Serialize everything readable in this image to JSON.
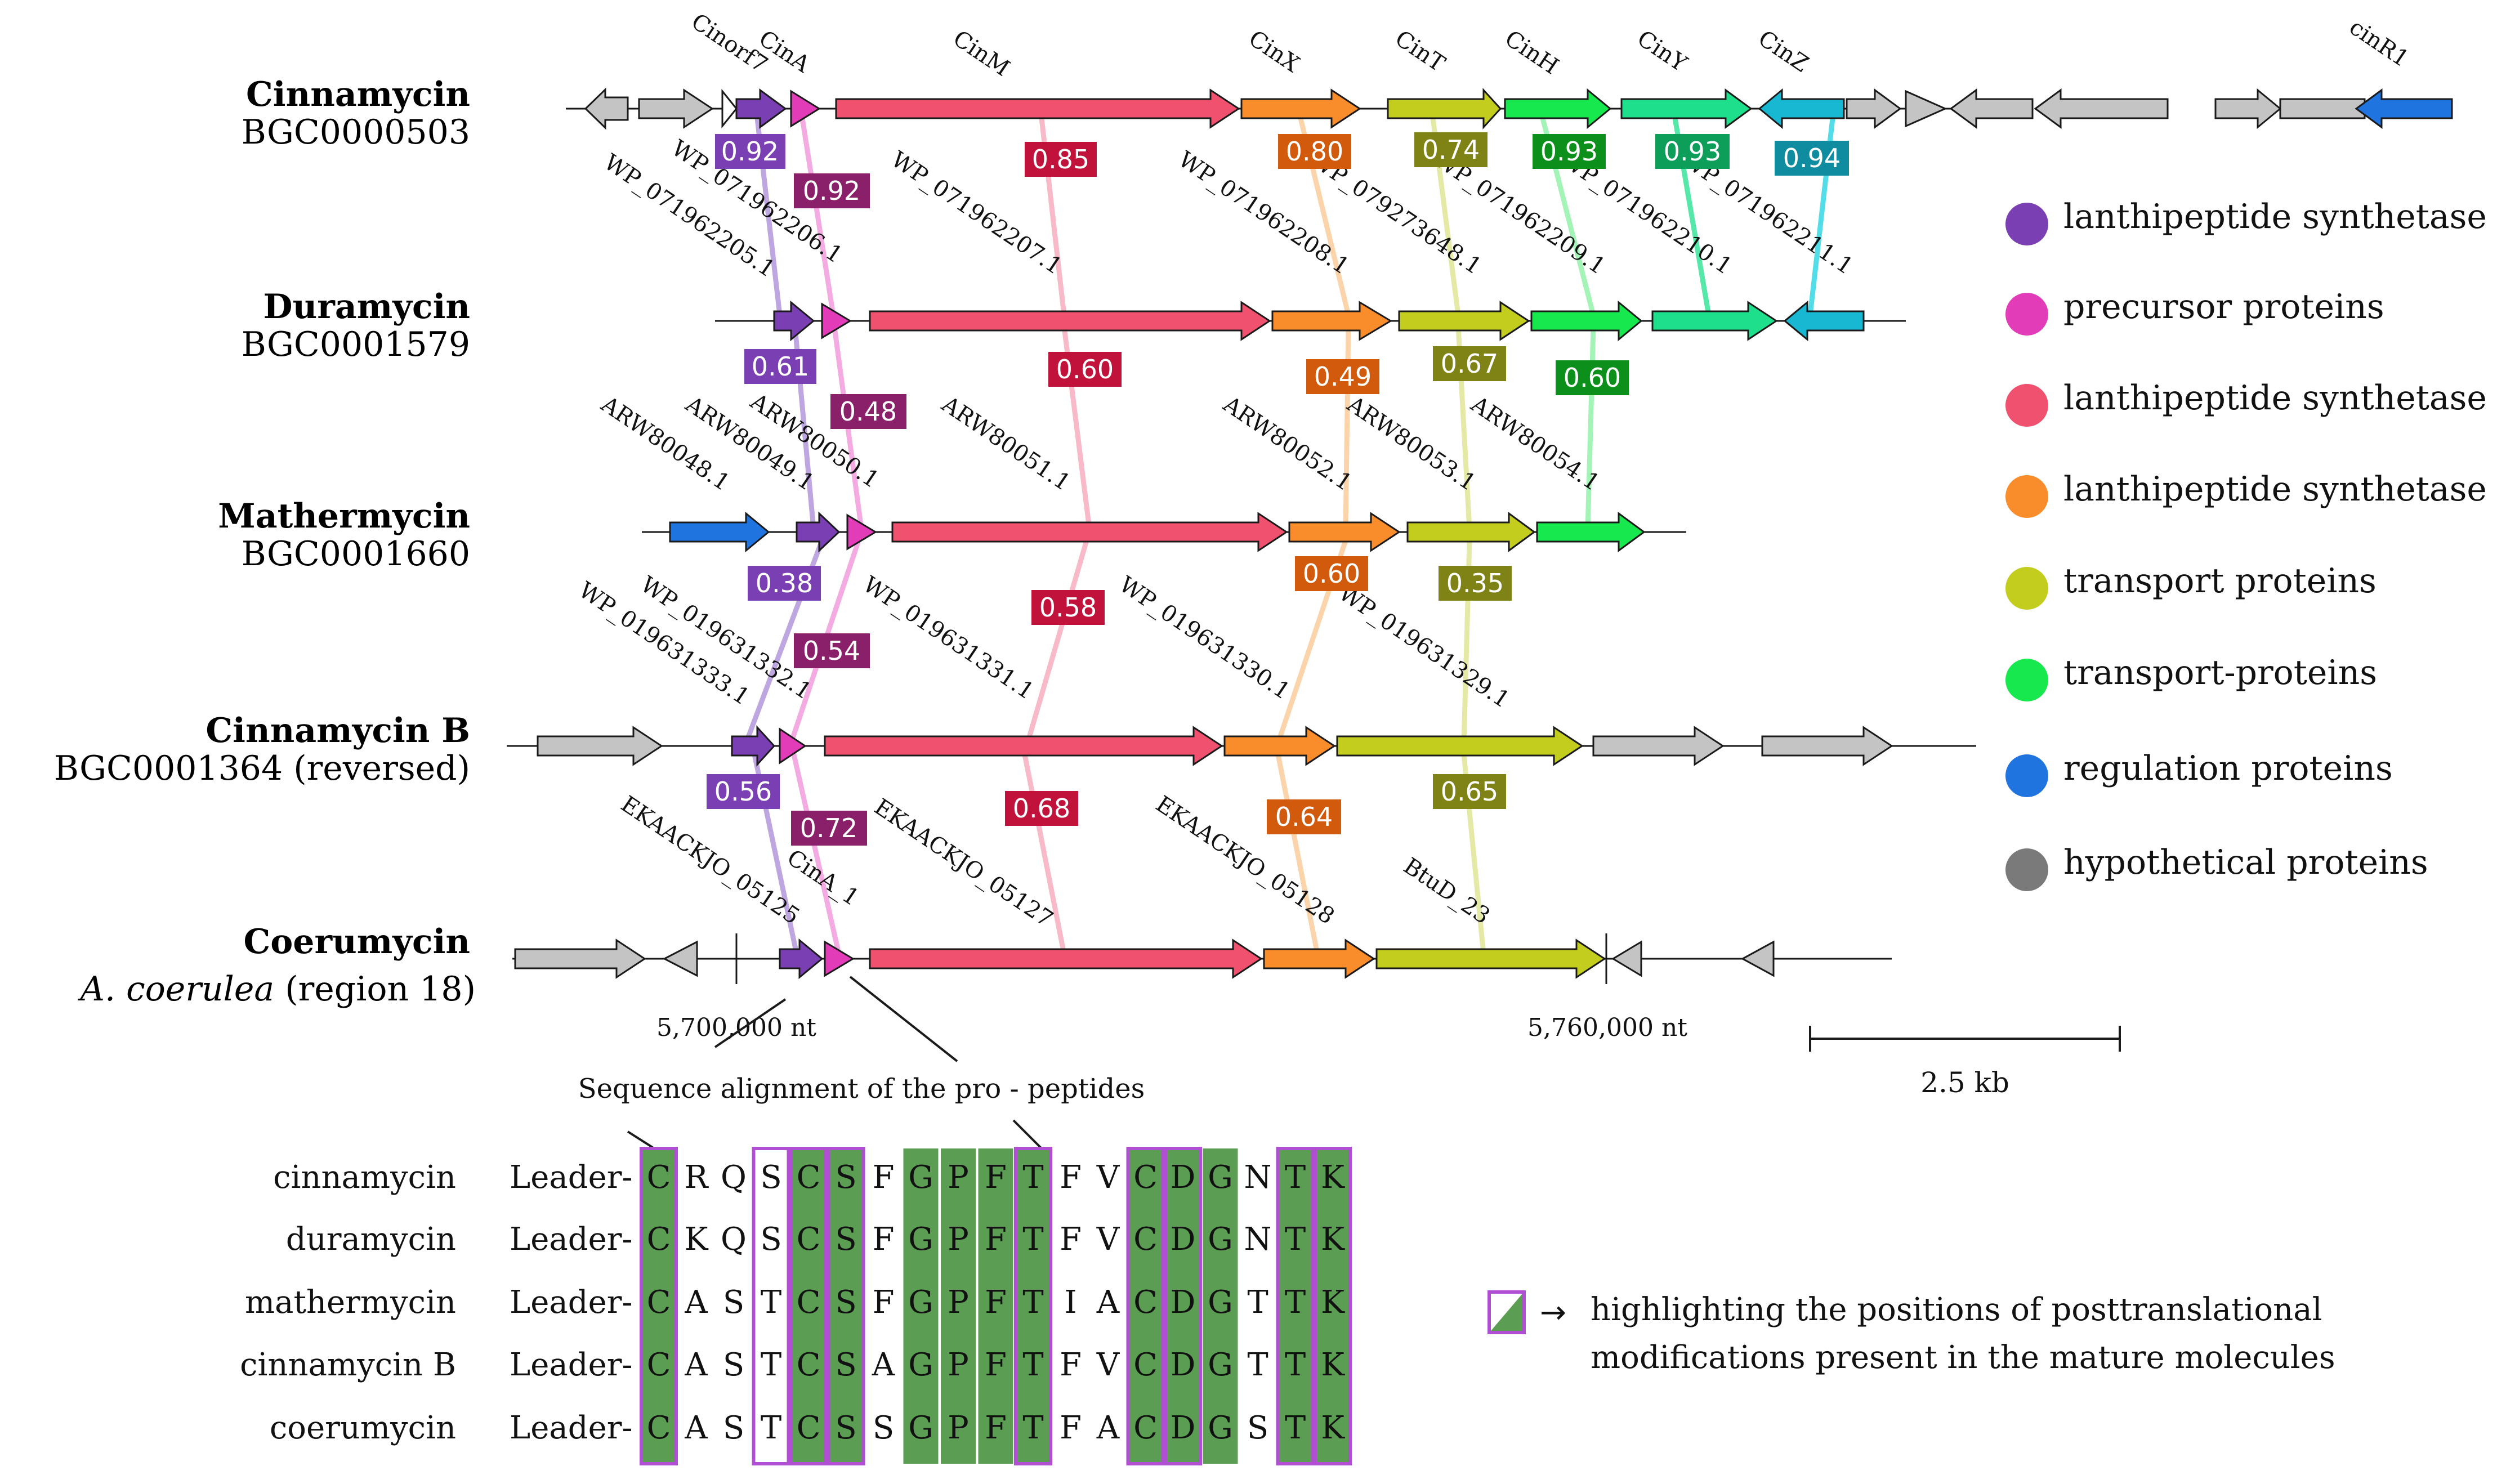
{
  "clusters": [
    {
      "name": "Cinnamycin",
      "id": "BGC0000503",
      "id_italic": false
    },
    {
      "name": "Duramycin",
      "id": "BGC0001579",
      "id_italic": false
    },
    {
      "name": "Mathermycin",
      "id": "BGC0001660",
      "id_italic": false
    },
    {
      "name": "Cinnamycin B",
      "id": "BGC0001364 (reversed)",
      "id_italic": false
    },
    {
      "name": "Coerumycin",
      "id_italic_part": "A. coerulea",
      "id_rest": " (region 18)"
    }
  ],
  "gene_labels": {
    "cinnamycin": [
      "Cinorf7",
      "CinA",
      "CinM",
      "CinX",
      "CinT",
      "CinH",
      "CinY",
      "CinZ",
      "cinR1"
    ],
    "duramycin": [
      "WP_071962205.1",
      "WP_071962206.1",
      "WP_071962207.1",
      "WP_071962208.1",
      "WP_079273648.1",
      "WP_071962209.1",
      "WP_071962210.1",
      "WP_071962211.1"
    ],
    "mathermycin": [
      "ARW80048.1",
      "ARW80049.1",
      "ARW80050.1",
      "ARW80051.1",
      "ARW80052.1",
      "ARW80053.1",
      "ARW80054.1"
    ],
    "cinnamycin_b": [
      "WP_019631333.1",
      "WP_019631332.1",
      "WP_019631331.1",
      "WP_019631330.1",
      "WP_019631329.1"
    ],
    "coerumycin": [
      "EKAACKJO_05125",
      "CinA_1",
      "EKAACKJO_05127",
      "EKAACKJO_05128",
      "BtuD_23"
    ]
  },
  "identity_boxes": {
    "row1": [
      "0.92",
      "0.92",
      "0.85",
      "0.80",
      "0.74",
      "0.93",
      "0.93",
      "0.94"
    ],
    "row2": [
      "0.61",
      "0.48",
      "0.60",
      "0.49",
      "0.67",
      "0.60"
    ],
    "row3": [
      "0.38",
      "0.54",
      "0.58",
      "0.60",
      "0.35"
    ],
    "row4": [
      "0.56",
      "0.72",
      "0.68",
      "0.64",
      "0.65"
    ]
  },
  "legend": [
    {
      "label": "lanthipeptide synthetase",
      "color": "#7a3fb3"
    },
    {
      "label": "precursor proteins",
      "color": "#e23cb8"
    },
    {
      "label": "lanthipeptide synthetase",
      "color": "#f0516e"
    },
    {
      "label": "lanthipeptide synthetase",
      "color": "#f98d2c"
    },
    {
      "label": "transport proteins",
      "color": "#c3cd1e"
    },
    {
      "label": "transport-proteins",
      "color": "#16e84e"
    },
    {
      "label": "regulation proteins",
      "color": "#1f74e0"
    },
    {
      "label": "hypothetical proteins",
      "color": "#7a7a7a"
    }
  ],
  "axis": {
    "left": "5,700,000 nt",
    "right": "5,760,000 nt"
  },
  "scale_bar": "2.5 kb",
  "alignment": {
    "title": "Sequence alignment of the pro - peptides",
    "leader": "Leader-",
    "rows": [
      {
        "name": "cinnamycin",
        "seq": [
          "C",
          "R",
          "Q",
          "S",
          "C",
          "S",
          "F",
          "G",
          "P",
          "F",
          "T",
          "F",
          "V",
          "C",
          "D",
          "G",
          "N",
          "T",
          "K"
        ]
      },
      {
        "name": "duramycin",
        "seq": [
          "C",
          "K",
          "Q",
          "S",
          "C",
          "S",
          "F",
          "G",
          "P",
          "F",
          "T",
          "F",
          "V",
          "C",
          "D",
          "G",
          "N",
          "T",
          "K"
        ]
      },
      {
        "name": "mathermycin",
        "seq": [
          "C",
          "A",
          "S",
          "T",
          "C",
          "S",
          "F",
          "G",
          "P",
          "F",
          "T",
          "I",
          "A",
          "C",
          "D",
          "G",
          "T",
          "T",
          "K"
        ]
      },
      {
        "name": "cinnamycin B",
        "seq": [
          "C",
          "A",
          "S",
          "T",
          "C",
          "S",
          "A",
          "G",
          "P",
          "F",
          "T",
          "F",
          "V",
          "C",
          "D",
          "G",
          "T",
          "T",
          "K"
        ]
      },
      {
        "name": "coerumycin",
        "seq": [
          "C",
          "A",
          "S",
          "T",
          "C",
          "S",
          "S",
          "G",
          "P",
          "F",
          "T",
          "F",
          "A",
          "C",
          "D",
          "G",
          "S",
          "T",
          "K"
        ]
      }
    ],
    "note_line1": "highlighting the positions of posttranslational",
    "note_line2": "modifications present in the mature molecules",
    "note_arrow": "→"
  },
  "colors": {
    "purple": "#7a3fb3",
    "pink": "#e23cb8",
    "red": "#f0516e",
    "orange": "#f98d2c",
    "yellow": "#c3cd1e",
    "green": "#16e84e",
    "teal": "#1ee08c",
    "cyan": "#19b8d2",
    "blue": "#1f74e0",
    "grey": "#c4c4c4",
    "align_green": "#5b9e53",
    "mod_box": "#b14fd4"
  }
}
